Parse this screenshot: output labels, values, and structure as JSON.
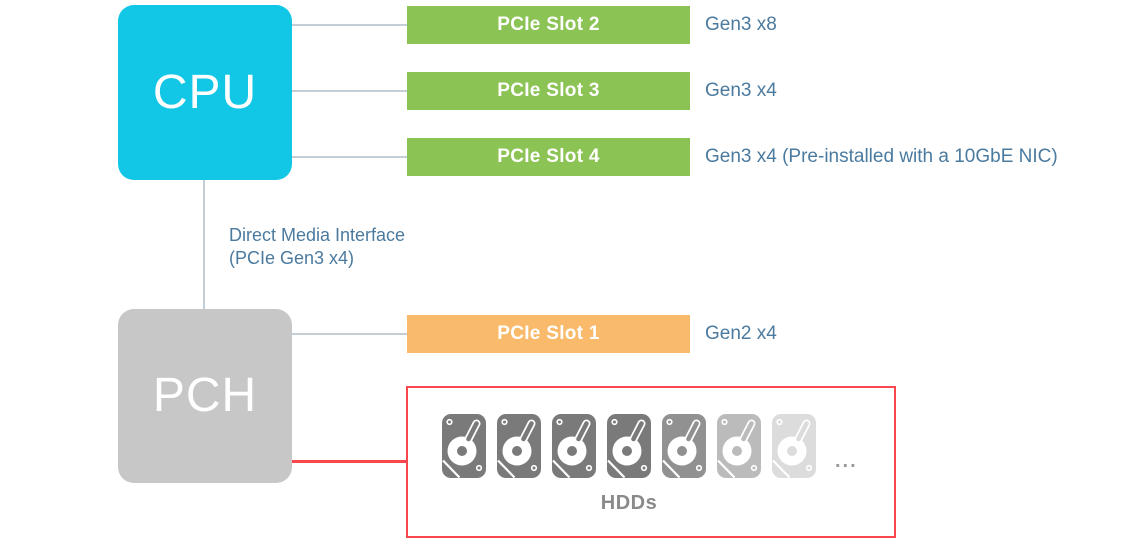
{
  "diagram": {
    "cpu": {
      "label": "CPU"
    },
    "pch": {
      "label": "PCH"
    },
    "dmi": {
      "line1": "Direct Media Interface",
      "line2": "(PCIe Gen3 x4)"
    },
    "cpu_slots": [
      {
        "label": "PCIe Slot 2",
        "annotation": "Gen3 x8"
      },
      {
        "label": "PCIe Slot 3",
        "annotation": "Gen3 x4"
      },
      {
        "label": "PCIe Slot 4",
        "annotation": "Gen3 x4 (Pre-installed with a 10GbE NIC)"
      }
    ],
    "pch_slots": [
      {
        "label": "PCIe Slot 1",
        "annotation": "Gen2 x4"
      }
    ],
    "hdd_group": {
      "label": "HDDs",
      "ellipsis": "...",
      "drive_count": 7,
      "drive_opacities": [
        1,
        1,
        1,
        1,
        0.82,
        0.5,
        0.26
      ]
    }
  },
  "colors": {
    "cpu_fill": "#12C6E6",
    "pch_fill": "#C7C7C7",
    "slot_green": "#8CC355",
    "slot_orange": "#F9BA6B",
    "red": "#F9474E",
    "line_color": "#C4CED6",
    "text_blue": "#4B7A9F",
    "hdd_gray": "#7A7A7A",
    "hdd_label_gray": "#8A8A8A"
  }
}
